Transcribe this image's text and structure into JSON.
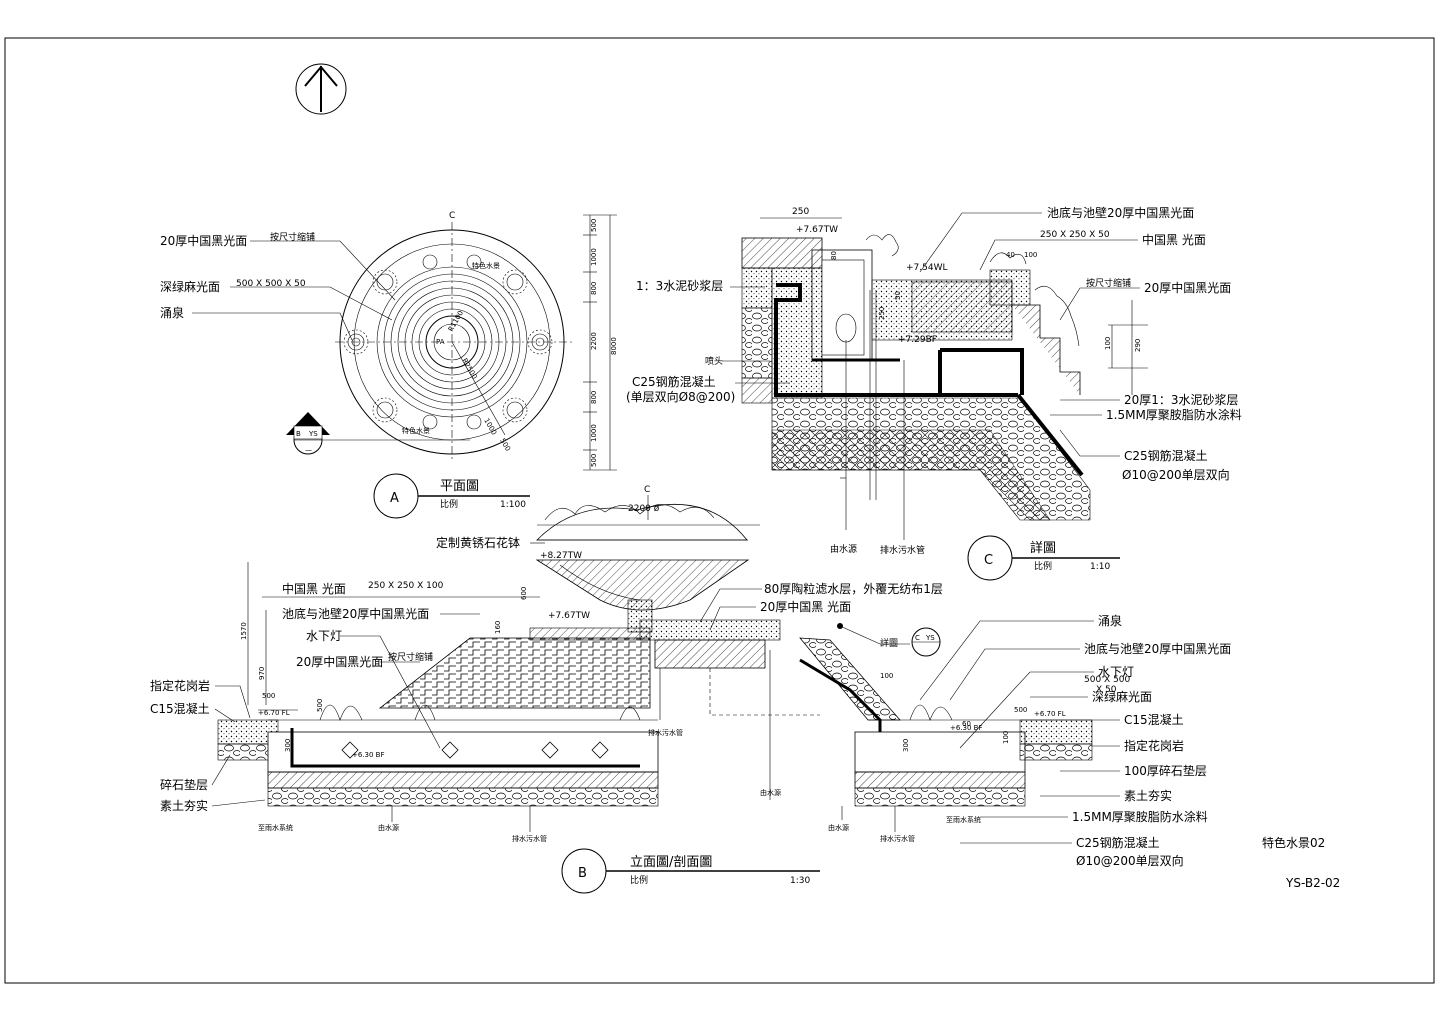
{
  "sheet": {
    "project_title": "特色水景02",
    "sheet_number": "YS-B2-02"
  },
  "plan": {
    "marker": "A",
    "title": "平面圖",
    "scale_word": "比例",
    "scale": "1:100",
    "labels": [
      "20厚中国黑光面",
      "深绿麻光面",
      "500 X 500 X 50",
      "涌泉",
      "按尺寸缩铺",
      "特色水景",
      "特色水景"
    ],
    "radius_labels": [
      "R1100",
      "R2500",
      "1000",
      "500"
    ],
    "center_text": "PA",
    "section_marker": [
      "B",
      "YS"
    ],
    "dims_right": [
      "500",
      "1000",
      "800",
      "2200",
      "800",
      "1000",
      "500"
    ],
    "dim_total": "8000"
  },
  "detail": {
    "marker": "C",
    "title": "詳圖",
    "scale_word": "比例",
    "scale": "1:10",
    "dims": [
      "250",
      "40",
      "100",
      "100",
      "290",
      "50",
      "80",
      "250"
    ],
    "elevations": [
      "+7.67TW",
      "+7.54WL",
      "+7.29BF"
    ],
    "labels_left": [
      "1：3水泥砂浆层",
      "喷头",
      "C25钢筋混凝土",
      "(单层双向Ø8@200)"
    ],
    "labels_right": [
      "池底与池壁20厚中国黑光面",
      "250 X 250 X 50",
      "中国黑 光面",
      "按尺寸缩铺",
      "20厚中国黑光面",
      "20厚1：3水泥砂浆层",
      "1.5MM厚聚胺脂防水涂料",
      "C25钢筋混凝土",
      "Ø10@200单层双向"
    ],
    "bottom_labels": [
      "由水源",
      "排水污水管"
    ]
  },
  "section": {
    "marker": "B",
    "title": "立面圖/剖面圖",
    "scale_word": "比例",
    "scale": "1:30",
    "top_dim": "2200 ø",
    "labels_left": [
      "定制黄锈石花钵",
      "中国黑 光面",
      "250 X 250 X 100",
      "池底与池壁20厚中国黑光面",
      "水下灯",
      "按尺寸缩铺",
      "20厚中国黑光面",
      "指定花岗岩",
      "C15混凝土",
      "碎石垫层",
      "素土夯实"
    ],
    "labels_top_right": [
      "80厚陶粒滤水层，外覆无纺布1层",
      "20厚中国黑 光面",
      "詳圖"
    ],
    "detail_callout": [
      "C",
      "YS"
    ],
    "labels_right": [
      "涌泉",
      "池底与池壁20厚中国黑光面",
      "水下灯",
      "500 X 500",
      "X 50",
      "深绿麻光面",
      "C15混凝土",
      "指定花岗岩",
      "100厚碎石垫层",
      "素土夯实",
      "1.5MM厚聚胺脂防水涂料",
      "C25钢筋混凝土",
      "Ø10@200单层双向"
    ],
    "elevations": [
      "+8.27TW",
      "+7.67TW",
      "+6.70 FL",
      "+6.30 BF",
      "+6.70 FL",
      "+6.30 BF"
    ],
    "dims": [
      "1570",
      "970",
      "600",
      "500",
      "500",
      "300",
      "160",
      "100",
      "500",
      "300",
      "60",
      "100"
    ],
    "bottom_labels": [
      "至雨水系统",
      "由水源",
      "排水污水管",
      "由水源",
      "排水污水管",
      "排水污水管",
      "由水源",
      "至雨水系统"
    ]
  }
}
